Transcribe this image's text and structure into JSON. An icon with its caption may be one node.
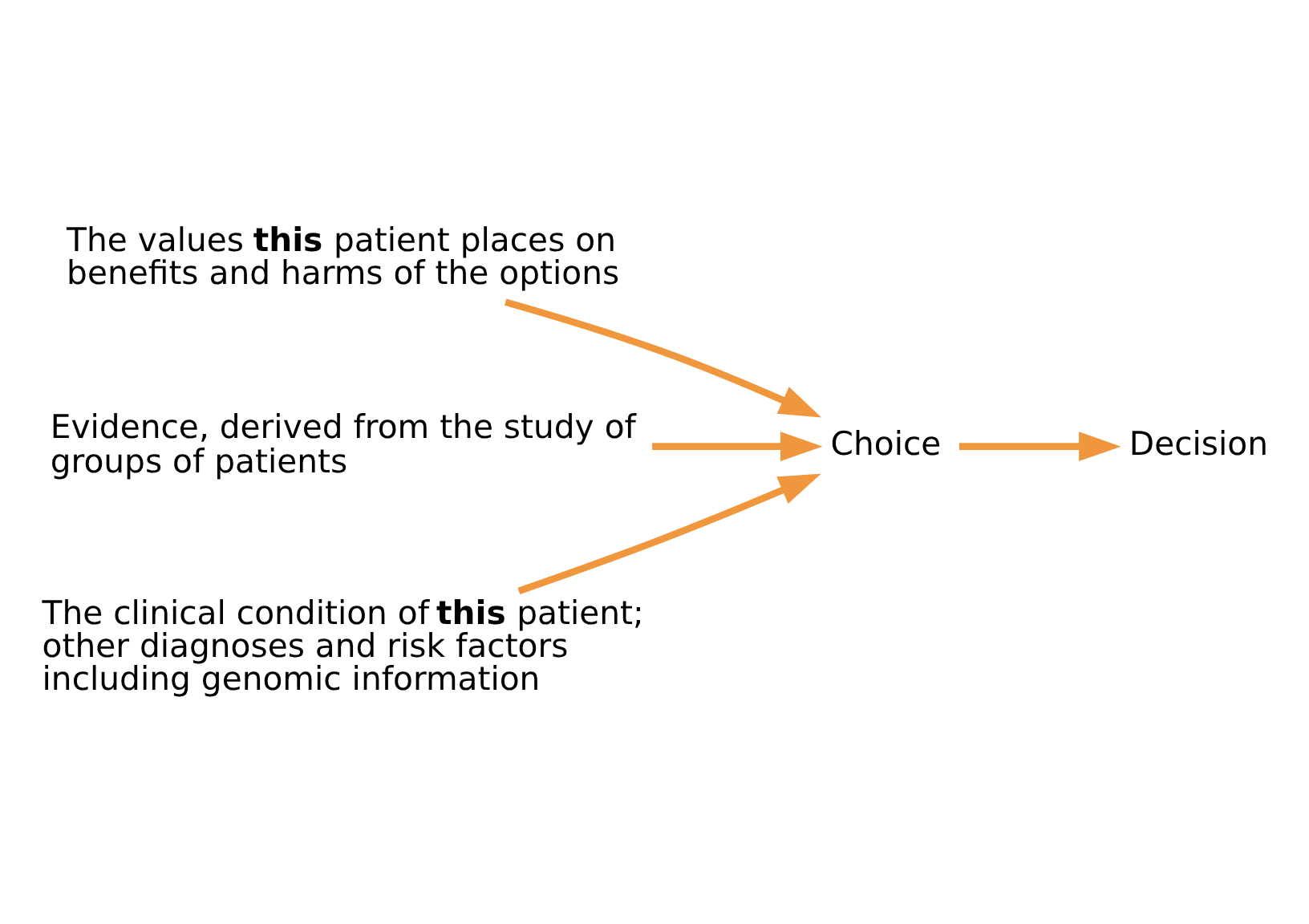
{
  "diagram": {
    "nodes": [
      {
        "text": [
          "The values **this** patient places on benefits and harms of the options"
        ]
      },
      {
        "text": [
          "Evidence, derived from the study of groups of patients"
        ]
      },
      {
        "text": [
          "Choice"
        ]
      },
      {
        "text": [
          "Decision"
        ]
      },
      {
        "text": [
          "The clinical condition of **this** patient; other diagnoses and risk factors including genomic information"
        ]
      }
    ],
    "edges": [
      {
        "from": 0,
        "to": 2,
        "arrow": "to"
      },
      {
        "from": 1,
        "to": 2,
        "arrow": "to"
      },
      {
        "from": 4,
        "to": 2,
        "arrow": "to"
      },
      {
        "from": 2,
        "to": 3,
        "arrow": "to"
      }
    ]
  }
}
